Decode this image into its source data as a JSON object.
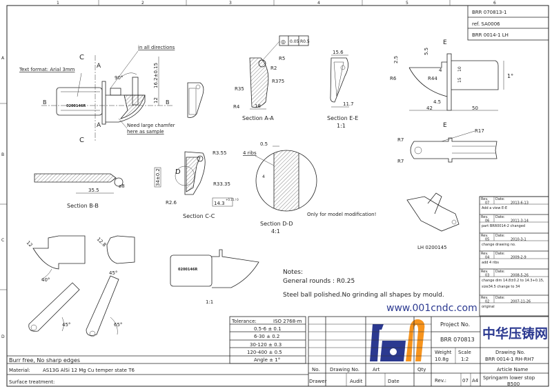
{
  "frame": {
    "column_numbers": [
      "1",
      "2",
      "3",
      "4",
      "5",
      "6"
    ],
    "row_letters": [
      "A",
      "B",
      "C",
      "D"
    ]
  },
  "ref_box": [
    "BRR 070813-1",
    "ref. SA0006",
    "BRR 0014-1 LH"
  ],
  "main_view": {
    "text_format": "Text format: Arial 3mm",
    "all_directions": "in all directions",
    "angle": "90°",
    "dim_height": "16.2±0.15",
    "dim_12": "12",
    "chamfer_note_1": "Need large chamfer",
    "chamfer_note_2": "here as sample",
    "part_mark": "0200146R",
    "cut_c": "C",
    "cut_a": "A",
    "cut_b": "B"
  },
  "section_aa": {
    "title": "Section A-A",
    "radii": [
      "R5",
      "R2",
      "R375",
      "R35",
      "R4"
    ],
    "dim_18": "18",
    "tolerance_frame": [
      "◎",
      "0.05",
      "R0.5"
    ]
  },
  "section_ee": {
    "title": "Section E-E",
    "scale": "1:1",
    "dim_top": "15.6",
    "dim_bottom": "11.7"
  },
  "right_view": {
    "cut_e": "E",
    "dims": [
      "2.5",
      "5.5",
      "10",
      "15",
      "4",
      "1°",
      "4.5",
      "42",
      "50"
    ],
    "radii": [
      "R6",
      "R44"
    ]
  },
  "bottom_view": {
    "radii": [
      "R17",
      "R7",
      "R7"
    ]
  },
  "section_bb": {
    "title": "Section B-B",
    "dim": "35.5",
    "dia": "⌀8"
  },
  "section_cc": {
    "title": "Section C-C",
    "radii": [
      "R3.55",
      "R33.35",
      "R2.6"
    ],
    "dim_34": "34±0.2",
    "dim_143": "14.3",
    "dim_143_tol": "+0.15 / 0",
    "cut_d": "D"
  },
  "section_dd": {
    "title": "Section D-D",
    "scale": "4:1",
    "ribs": "4 ribs",
    "dim_05": "0.5",
    "dim_4": "4"
  },
  "model_note": "Only for model modification!",
  "iso_view_label": "LH 0200145",
  "bottom_views": {
    "angles": [
      "12",
      "12.8",
      "40°",
      "45°",
      "45°",
      "65°"
    ],
    "scale": "1:1",
    "part_mark": "0200146R"
  },
  "notes": {
    "heading": "Notes:",
    "rounds": "General rounds : R0.25",
    "steel_ball": "Steel ball polished.No grinding all shapes by mould."
  },
  "revisions": [
    {
      "rev_label": "Rev.",
      "rev": "07",
      "date_label": "Date:",
      "date": "2013-6-13",
      "desc": "Add a view E-E"
    },
    {
      "rev_label": "Rev.",
      "rev": "06",
      "date_label": "Date:",
      "date": "2011-3-14",
      "desc": "part BRR0014-2 changed"
    },
    {
      "rev_label": "Rev.",
      "rev": "05",
      "date_label": "Date:",
      "date": "2010-3-1",
      "desc": "change drawing no."
    },
    {
      "rev_label": "Rev.",
      "rev": "04",
      "date_label": "Date:",
      "date": "2009-2-9",
      "desc": "add 4 ribs"
    },
    {
      "rev_label": "Rev.",
      "rev": "03",
      "date_label": "Date:",
      "date": "2008-5-26",
      "desc": "change dim 14.8±0.2 to 14.3+0.15,",
      "desc2": "size34.5 change to 34"
    },
    {
      "rev_label": "Rev.",
      "rev": "02",
      "date_label": "Date:",
      "date": "2007-11-26",
      "desc": "original"
    }
  ],
  "tolerance": {
    "label": "Tolerance:",
    "standard": "ISO 2768-m",
    "rows": [
      "0.5-6 ± 0.1",
      "6-30 ± 0.2",
      "30-120 ± 0.3",
      "120-400 ± 0.5",
      "Angle ± 1°"
    ]
  },
  "bottom_rows": {
    "burr": "Burr free, No sharp edges",
    "material_label": "Material:",
    "material": "AS13G AlSi 12 Mg Cu temper state T6",
    "surface": "Surface treatment:"
  },
  "title_block": {
    "no": "No.",
    "drawing_no": "Drawing No.",
    "art": "Art",
    "qty": "Qty",
    "drawer": "Drawer",
    "audit": "Audit",
    "date": "Date",
    "project_no_label": "Project No.",
    "project_no": "BRR 070813",
    "weight_label": "Weight",
    "weight": "10.8g",
    "scale_label": "Scale",
    "scale": "1:2",
    "drawing_no_label": "Drawing No.",
    "drawing_no_value": "BRR 0014-1 RH-RH7",
    "rev_label": "Rev.:",
    "rev": "07",
    "format": "A4",
    "article_label": "Article Name",
    "article": "Springarm lower stop",
    "article2": "B500"
  },
  "watermark": {
    "cn": "中华压铸网",
    "url": "www.001cndc.com"
  },
  "colors": {
    "line": "#222222",
    "logo_blue": "#2b3990",
    "logo_orange": "#f7941d"
  }
}
